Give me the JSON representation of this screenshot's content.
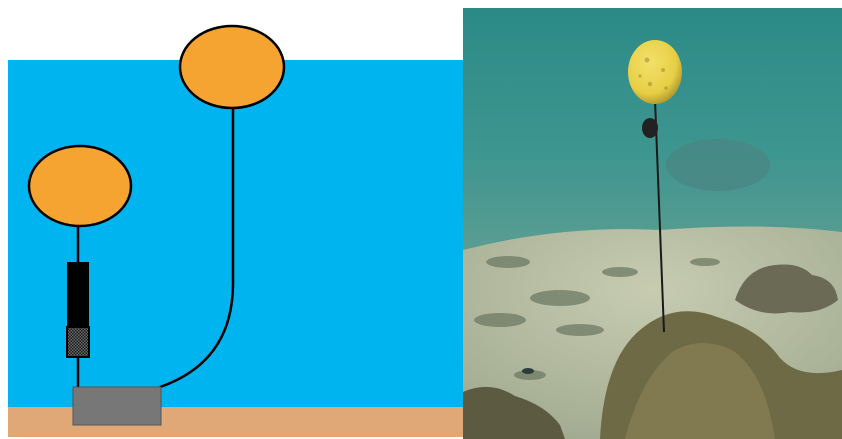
{
  "figure": {
    "left_panel": {
      "kind": "mooring-schematic",
      "components": [
        "water-column",
        "seabed",
        "anchor-weight",
        "short-mooring-buoy",
        "short-mooring-line",
        "instrument-housing",
        "instrument-sensor-tip",
        "tall-mooring-buoy",
        "tall-mooring-line"
      ]
    },
    "right_panel": {
      "kind": "underwater-photograph",
      "subjects": [
        "subsurface-float",
        "instrument-on-mooring-line",
        "mooring-line",
        "coral-outcrop",
        "sandy-seafloor"
      ]
    }
  },
  "colors": {
    "background": "#ffffff",
    "water": "#00b4f0",
    "seabed": "#e0a777",
    "buoy": "#f5a431",
    "line": "#000000",
    "anchor": "#777777",
    "instrument": "#000000",
    "photo_water_top": "#2b8a86",
    "photo_water_mid": "#5f9e92",
    "photo_sand": "#b9c0a3",
    "photo_float": "#e6cf45",
    "photo_coral": "#6d6a45"
  }
}
